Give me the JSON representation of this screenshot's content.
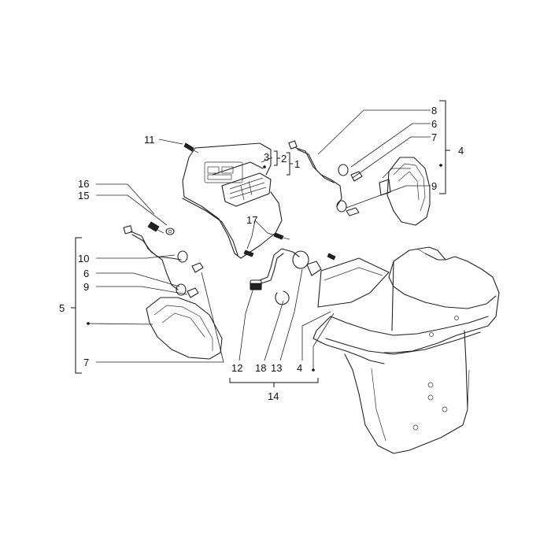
{
  "callouts": {
    "c11": "11",
    "c3": "3",
    "c2": "2",
    "c1": "1",
    "c16": "16",
    "c15": "15",
    "c17": "17",
    "c8": "8",
    "c6r": "6",
    "c7r": "7",
    "c4r": "4",
    "c9r": "9",
    "c10": "10",
    "c6l": "6",
    "c9l": "9",
    "c5": "5",
    "c7l": "7",
    "c12": "12",
    "c18": "18",
    "c13": "13",
    "c4b": "4",
    "c14": "14"
  }
}
